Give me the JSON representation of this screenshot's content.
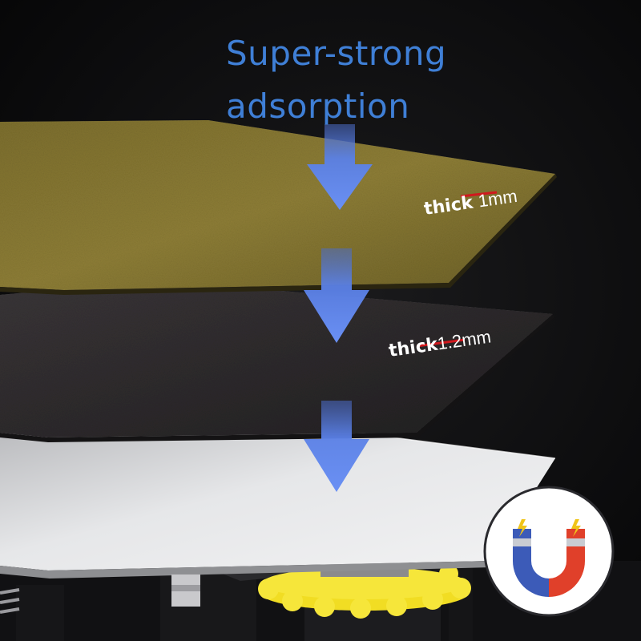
{
  "headline": {
    "line1": "Super-strong",
    "line2": "adsorption"
  },
  "layers": [
    {
      "bold": "thick",
      "value": "1mm"
    },
    {
      "bold": "thick",
      "value": "1.2mm"
    }
  ],
  "colors": {
    "background": "#0c0c0d",
    "headline": "#3f7fd6",
    "arrow": "#5a7fe0",
    "pei_sheet": "#8a7a34",
    "magnetic_sheet": "#2e2b2d",
    "aluminum_bed": "#d9dadc",
    "knob": "#f4e22a",
    "thickness_marker": "#d0191e"
  },
  "icons": [
    "down-arrow-icon",
    "magnet-icon",
    "lightning-icon"
  ]
}
